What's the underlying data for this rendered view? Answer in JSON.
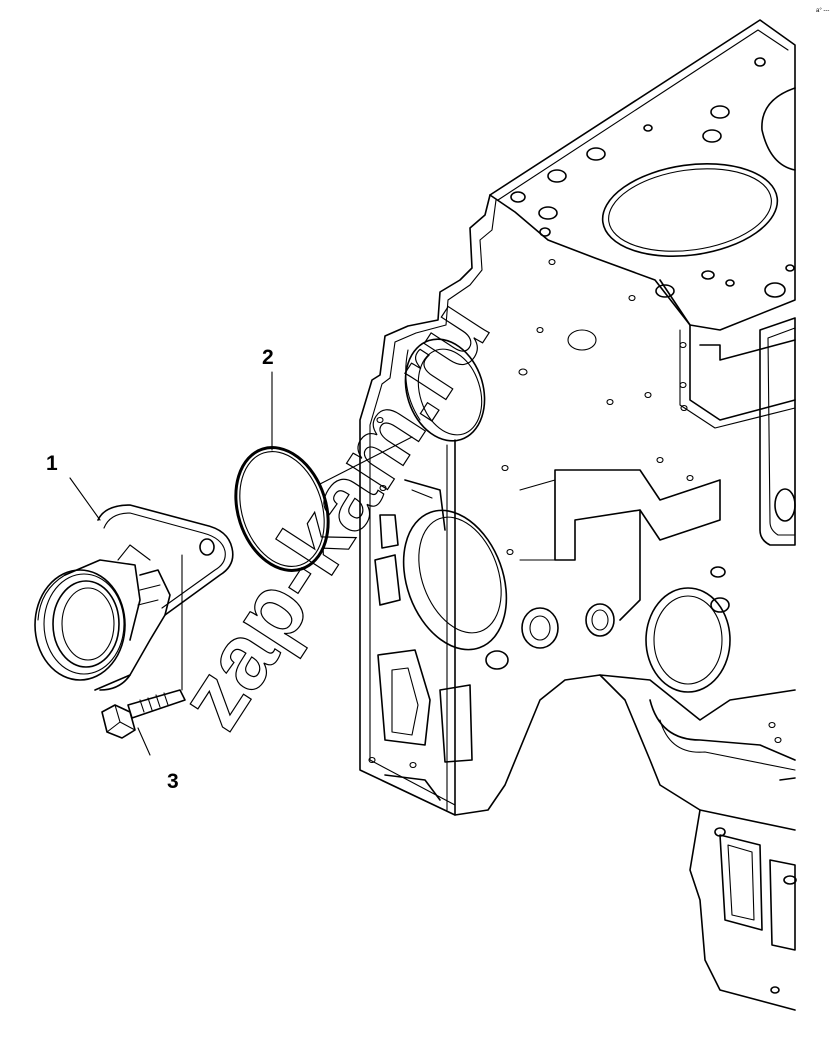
{
  "callouts": [
    {
      "id": "1",
      "label": "1"
    },
    {
      "id": "2",
      "label": "2"
    },
    {
      "id": "3",
      "label": "3"
    }
  ],
  "watermark": "zap-kam.ru",
  "corner_mark": "a° ---",
  "colors": {
    "line": "#000000",
    "background": "#ffffff"
  }
}
